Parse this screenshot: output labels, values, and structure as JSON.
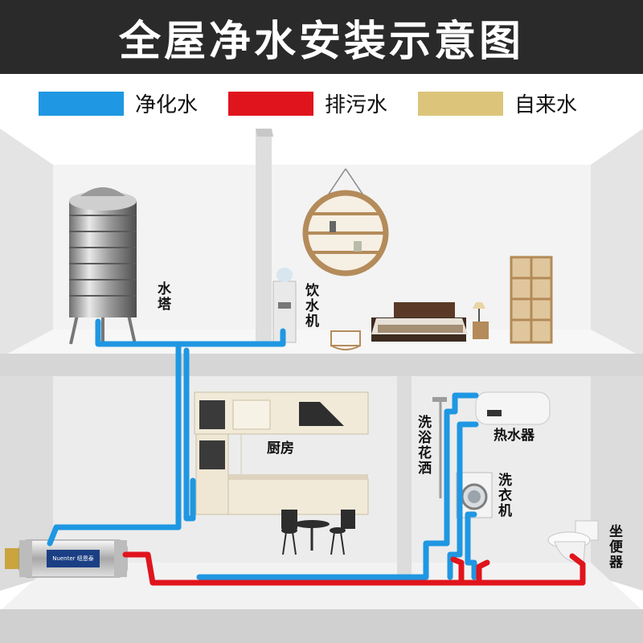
{
  "title": "全屋净水安装示意图",
  "legend": [
    {
      "label": "净化水",
      "color": "#1f97e2"
    },
    {
      "label": "排污水",
      "color": "#e0141c"
    },
    {
      "label": "自来水",
      "color": "#dcc57a"
    }
  ],
  "labels": {
    "water_tower": "水塔",
    "dispenser": "饮水机",
    "kitchen": "厨房",
    "water_heater": "热水器",
    "shower": "洗浴花洒",
    "washer": "洗衣机",
    "toilet": "坐便器"
  },
  "purifier_brand": "Nuenter 纽恩泰",
  "colors": {
    "pipe_clean": "#1f97e2",
    "pipe_waste": "#e0141c",
    "tap_water": "#dcc57a",
    "header_bg": "#2a2a2a"
  }
}
